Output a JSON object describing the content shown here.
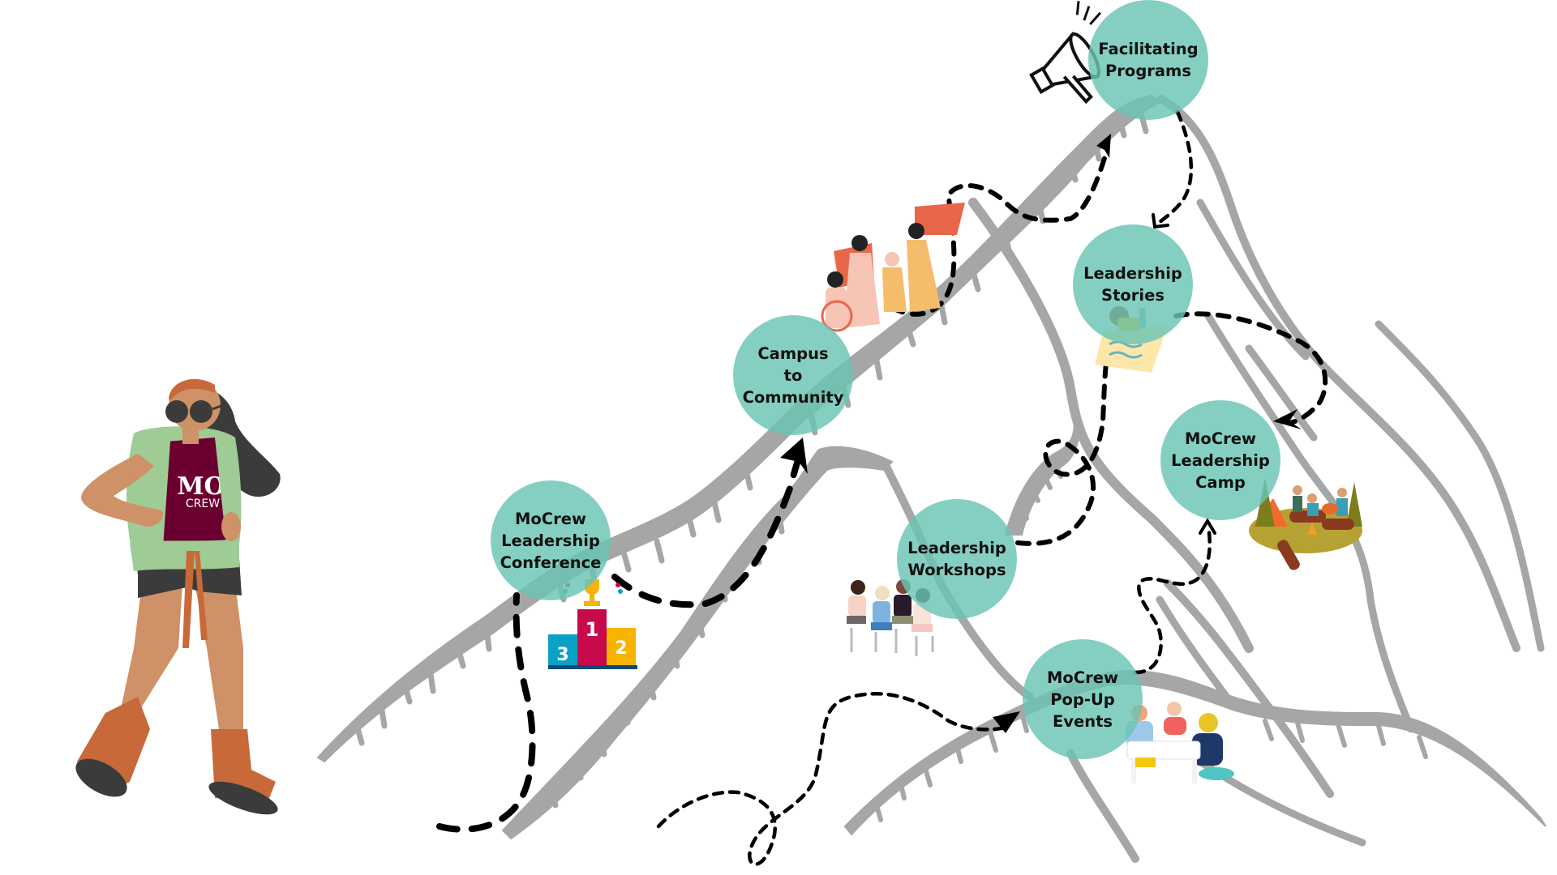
{
  "title": "MoCrew Leadership Journey",
  "hiker": {
    "shirt_text_top": "MO",
    "shirt_text_bottom": "CREW"
  },
  "milestones": [
    {
      "id": "conference",
      "label": "MoCrew\nLeadership\nConference",
      "illustration": "podium-trophy-icon"
    },
    {
      "id": "campus",
      "label": "Campus\nto\nCommunity",
      "illustration": "people-with-flags-icon"
    },
    {
      "id": "facilitating",
      "label": "Facilitating\nPrograms",
      "illustration": "megaphone-icon"
    },
    {
      "id": "stories",
      "label": "Leadership\nStories",
      "illustration": "child-writing-icon"
    },
    {
      "id": "workshops",
      "label": "Leadership\nWorkshops",
      "illustration": "seated-group-icon"
    },
    {
      "id": "camp",
      "label": "MoCrew\nLeadership\nCamp",
      "illustration": "campfire-icon"
    },
    {
      "id": "popup",
      "label": "MoCrew\nPop-Up\nEvents",
      "illustration": "board-game-icon"
    }
  ],
  "podium": {
    "first": "1",
    "second": "2",
    "third": "3"
  },
  "colors": {
    "node_fill": "#6AC4B4",
    "mountain": "#A6A6A6",
    "path": "#000000",
    "shirt": "#6B0030",
    "backpack": "#9FCB95",
    "skin": "#CF9167",
    "boots": "#C8693A",
    "flag": "#E8664A"
  }
}
